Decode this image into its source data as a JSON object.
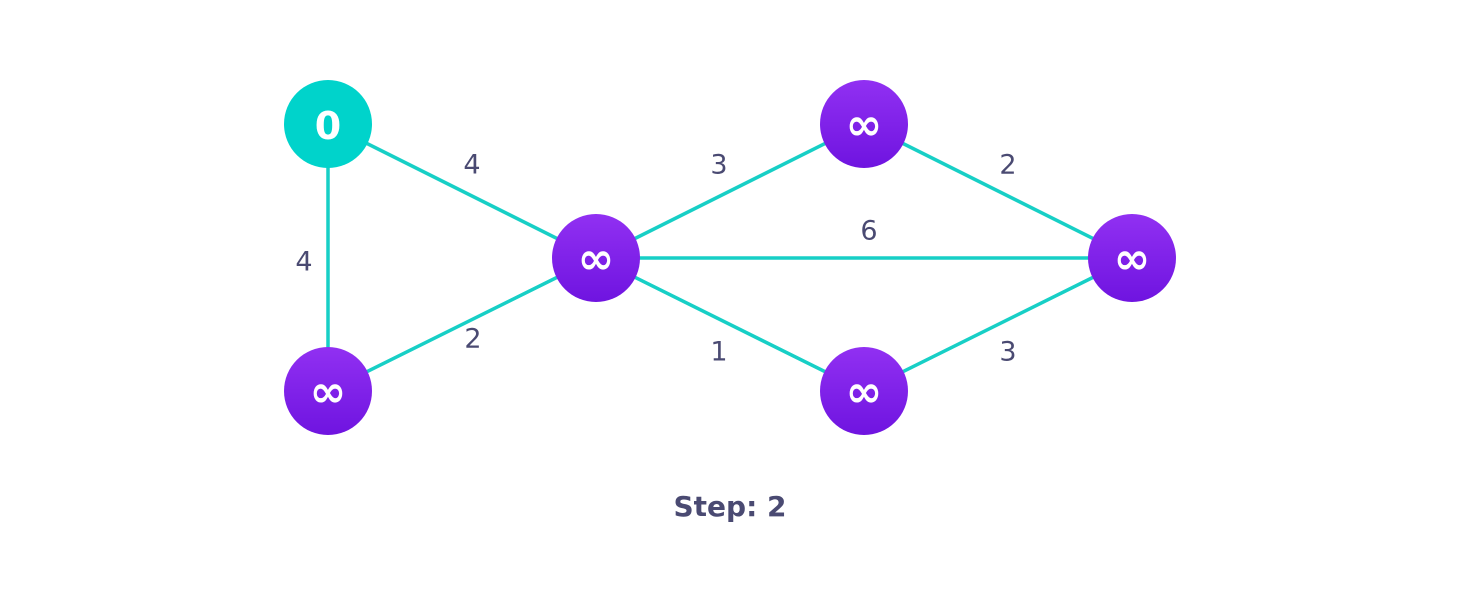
{
  "colors": {
    "start_node": "#00d3cb",
    "unvisited_node_top": "#9130f2",
    "unvisited_node_bottom": "#6f14e0",
    "edge": "#17cfc6",
    "text": "#4a4a72"
  },
  "nodes": [
    {
      "id": "A",
      "label": "0",
      "state": "start"
    },
    {
      "id": "B",
      "label": "∞",
      "state": "unvisited"
    },
    {
      "id": "C",
      "label": "∞",
      "state": "unvisited"
    },
    {
      "id": "D",
      "label": "∞",
      "state": "unvisited"
    },
    {
      "id": "E",
      "label": "∞",
      "state": "unvisited"
    },
    {
      "id": "F",
      "label": "∞",
      "state": "unvisited"
    }
  ],
  "edges": [
    {
      "from": "A",
      "to": "C",
      "weight": "4"
    },
    {
      "from": "A",
      "to": "B",
      "weight": "4"
    },
    {
      "from": "B",
      "to": "C",
      "weight": "2"
    },
    {
      "from": "C",
      "to": "D",
      "weight": "3"
    },
    {
      "from": "C",
      "to": "F",
      "weight": "6"
    },
    {
      "from": "C",
      "to": "E",
      "weight": "1"
    },
    {
      "from": "D",
      "to": "F",
      "weight": "2"
    },
    {
      "from": "E",
      "to": "F",
      "weight": "3"
    }
  ],
  "step_label": "Step: 2"
}
